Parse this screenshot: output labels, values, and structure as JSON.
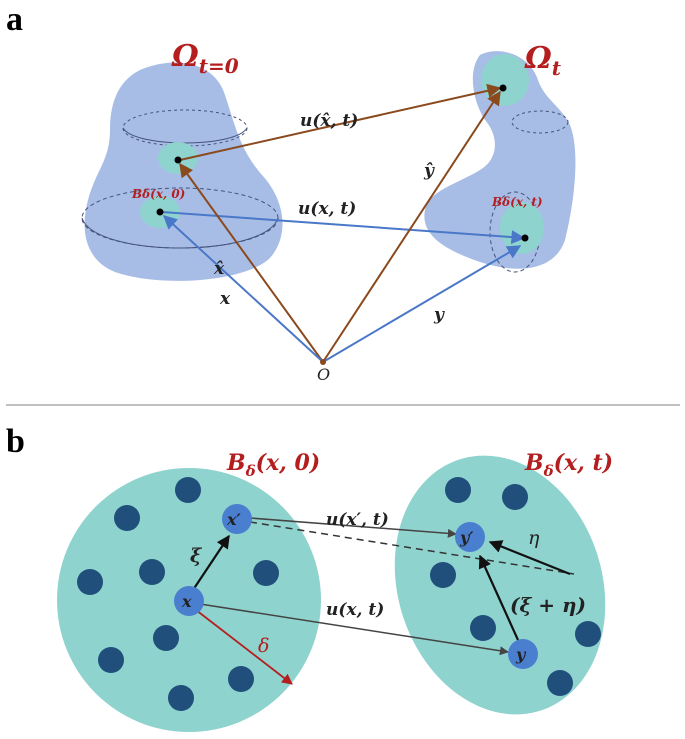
{
  "panels": {
    "a": {
      "letter": "a",
      "omega0": {
        "base": "Ω",
        "sub": "t=0"
      },
      "omegaT": {
        "base": "Ω",
        "sub": "t"
      },
      "u_hat_label": "u(x̂, t)",
      "u_label": "u(x, t)",
      "y_hat_label": "ŷ",
      "x_hat_label": "x̂",
      "x_label": "x",
      "y_label": "y",
      "origin_label": "O",
      "b_delta_x0": "Bδ(x, 0)",
      "b_delta_xt": "Bδ(x, t)"
    },
    "b": {
      "letter": "b",
      "left_title": {
        "base": "B",
        "sub": "δ",
        "rest": "(x, 0)"
      },
      "right_title": {
        "base": "B",
        "sub": "δ",
        "rest": "(x, t)"
      },
      "x_node": "x",
      "xp_node": "x′",
      "y_node": "y",
      "yp_node": "y′",
      "xi_label": "ξ",
      "delta_label": "δ",
      "eta_label": "η",
      "xi_eta_label": "(ξ + η)",
      "u_xp_label": "u(x′, t)",
      "u_x_label": "u(x, t)"
    }
  },
  "colors": {
    "region_blue": "#a8bde6",
    "teal": "#8fd3cf",
    "node_blue": "#4a7fd0",
    "dark_dot": "#1f4f7a",
    "brown_arrow": "#8a4a1e",
    "blue_arrow": "#4a78c8",
    "red": "#b41e1e",
    "divider": "#9a9a9a"
  }
}
